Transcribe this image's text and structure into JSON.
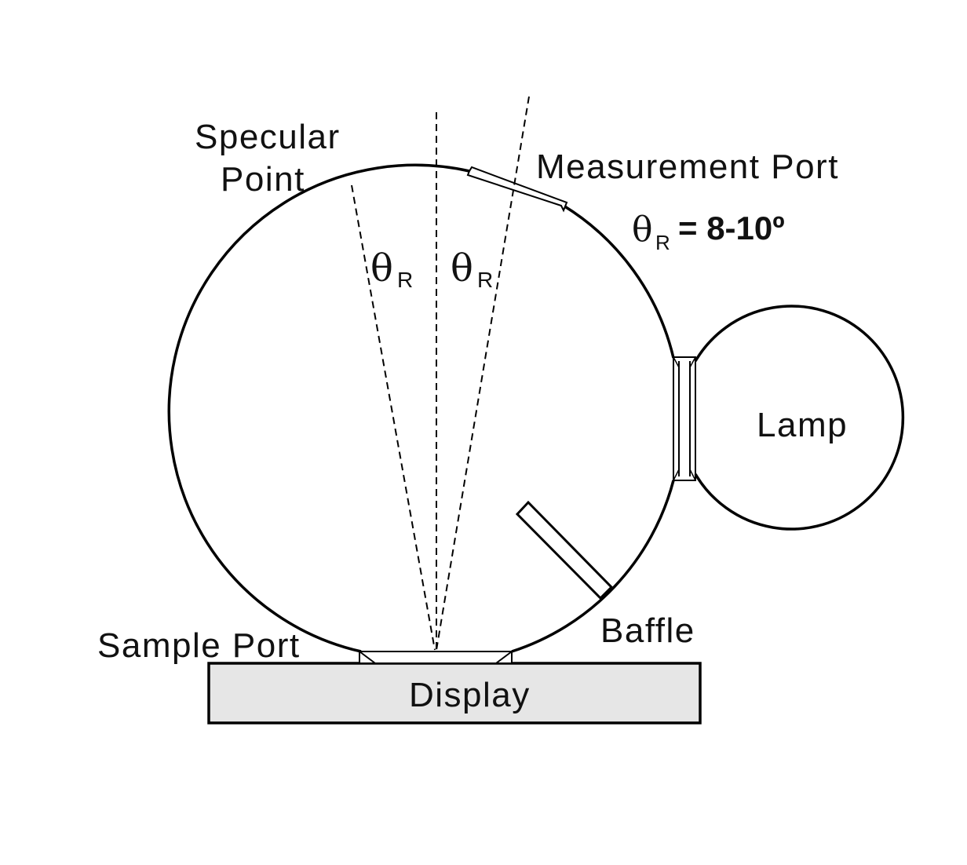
{
  "labels": {
    "specular_point_line1": "Specular",
    "specular_point_line2": "Point",
    "measurement_port": "Measurement Port",
    "lamp": "Lamp",
    "baffle": "Baffle",
    "sample_port": "Sample Port",
    "display": "Display"
  },
  "angles": {
    "theta_symbol": "θ",
    "theta_subscript": "R",
    "equation_value": "= 8-10º"
  },
  "colors": {
    "stroke": "#000000",
    "display_fill": "#e6e6e6",
    "background": "#ffffff"
  }
}
